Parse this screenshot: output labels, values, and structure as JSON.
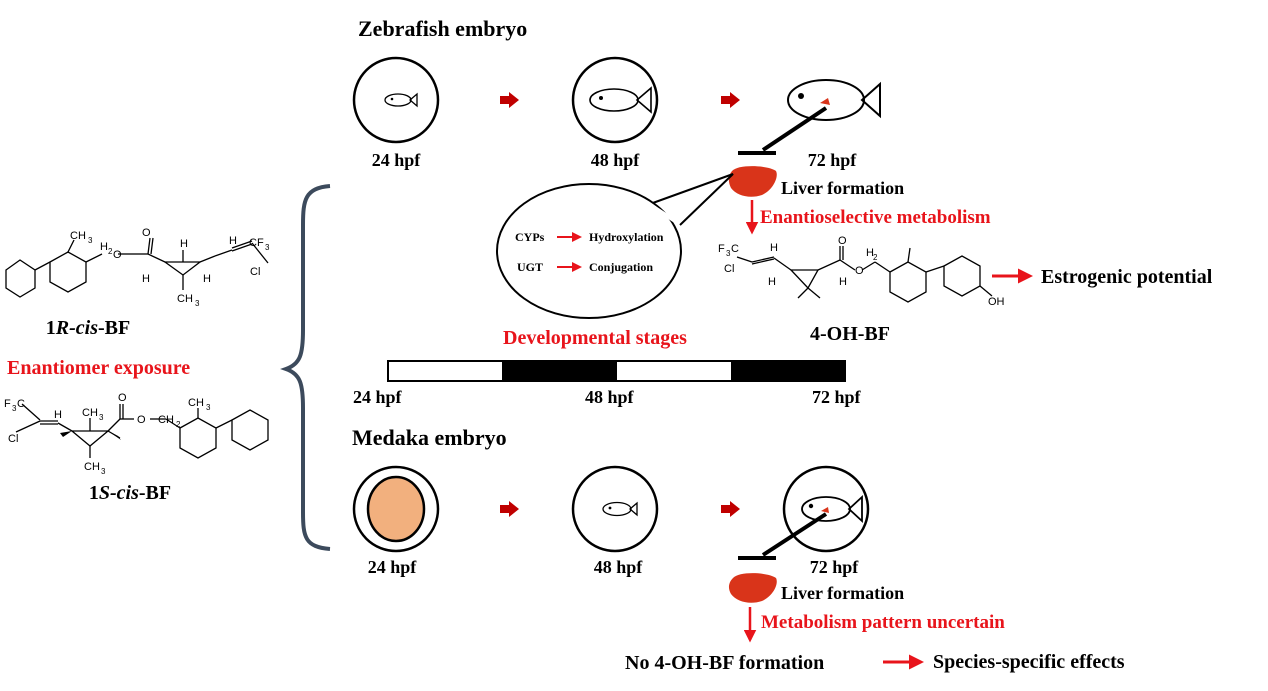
{
  "zebrafish": {
    "title": "Zebrafish embryo",
    "stages": [
      "24 hpf",
      "48 hpf",
      "72 hpf"
    ],
    "liver_label": "Liver formation",
    "metabolism_label": "Enantioselective metabolism",
    "bubble": {
      "row1_left": "CYPs",
      "row1_right": "Hydroxylation",
      "row2_left": "UGT",
      "row2_right": "Conjugation"
    },
    "metabolite_label": "4-OH-BF",
    "effect_label": "Estrogenic potential"
  },
  "timeline": {
    "title": "Developmental stages",
    "ticks": [
      "24 hpf",
      "48 hpf",
      "72 hpf"
    ]
  },
  "enantiomers": {
    "exposure_label": "Enantiomer exposure",
    "r_num": "1",
    "r_italic": "R-cis",
    "r_suffix": "-BF",
    "s_num": "1",
    "s_italic": "S-cis",
    "s_suffix": "-BF"
  },
  "medaka": {
    "title": "Medaka embryo",
    "stages": [
      "24 hpf",
      "48 hpf",
      "72 hpf"
    ],
    "liver_label": "Liver formation",
    "metabolism_label": "Metabolism pattern uncertain",
    "result_label": "No 4-OH-BF formation",
    "effect_label": "Species-specific effects"
  },
  "chem_labels": {
    "ch3": "CH",
    "h2": "H",
    "o": "O",
    "h": "H",
    "cf3": "CF",
    "cl": "Cl",
    "oh": "OH",
    "sub2": "2",
    "sub3": "3",
    "f3": "F",
    "c": "C"
  },
  "colors": {
    "red": "#e8141b",
    "dark_red": "#c00000",
    "liver": "#d9341a",
    "yolk": "#f2b07e",
    "bracket": "#3c4a5c"
  }
}
